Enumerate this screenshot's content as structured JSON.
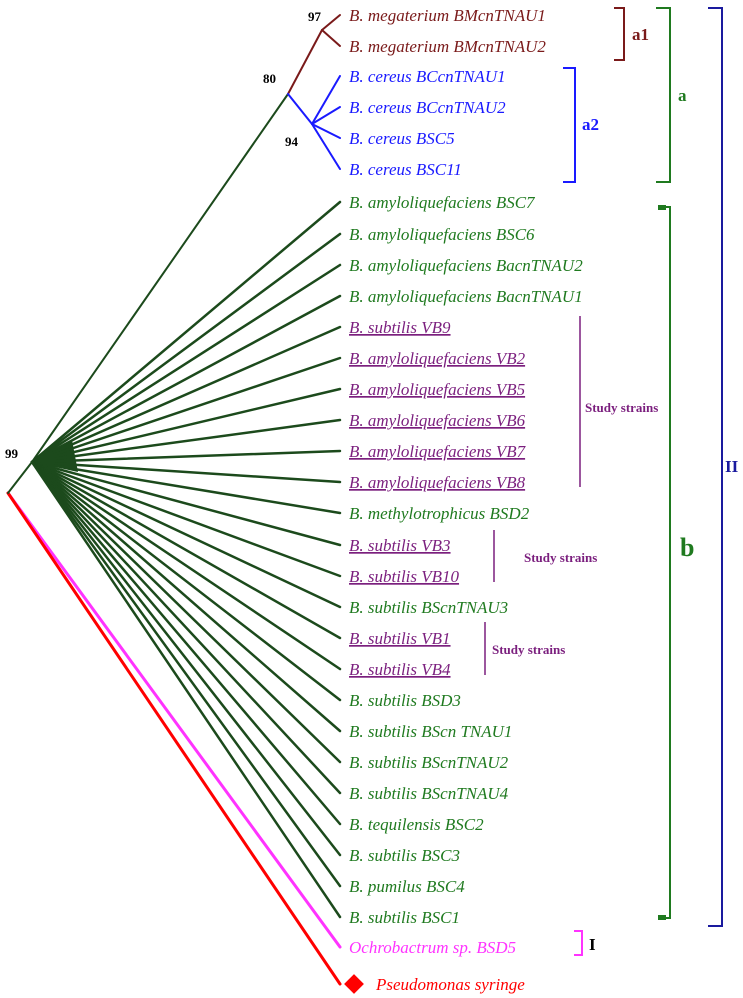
{
  "colors": {
    "megaterium": "#7a1a1a",
    "cereus": "#1a1aff",
    "green_clade": "#1f7a1f",
    "tree_green": "#1c4a1c",
    "study": "#7b1f7e",
    "ochrobactrum": "#ff33ff",
    "pseudomonas": "#ff0000",
    "clade_II": "#1a1a9e",
    "outgroup_I": "#000000"
  },
  "bootstrap": {
    "b97": "97",
    "b80": "80",
    "b94": "94",
    "b99": "99"
  },
  "leaves": [
    {
      "id": "l0",
      "label": "B. megaterium BMcnTNAU1",
      "group": "megaterium",
      "underline": false
    },
    {
      "id": "l1",
      "label": "B. megaterium BMcnTNAU2",
      "group": "megaterium",
      "underline": false
    },
    {
      "id": "l2",
      "label": "B. cereus BCcnTNAU1",
      "group": "cereus",
      "underline": false
    },
    {
      "id": "l3",
      "label": "B. cereus BCcnTNAU2",
      "group": "cereus",
      "underline": false
    },
    {
      "id": "l4",
      "label": "B. cereus BSC5",
      "group": "cereus",
      "underline": false
    },
    {
      "id": "l5",
      "label": "B. cereus BSC11",
      "group": "cereus",
      "underline": false
    },
    {
      "id": "l6",
      "label": "B. amyloliquefaciens BSC7",
      "group": "green",
      "underline": false
    },
    {
      "id": "l7",
      "label": "B. amyloliquefaciens BSC6",
      "group": "green",
      "underline": false
    },
    {
      "id": "l8",
      "label": "B. amyloliquefaciens BacnTNAU2",
      "group": "green",
      "underline": false
    },
    {
      "id": "l9",
      "label": "B. amyloliquefaciens BacnTNAU1",
      "group": "green",
      "underline": false
    },
    {
      "id": "l10",
      "label": "B. subtilis VB9",
      "group": "study",
      "underline": true
    },
    {
      "id": "l11",
      "label": "B. amyloliquefaciens VB2",
      "group": "study",
      "underline": true
    },
    {
      "id": "l12",
      "label": "B. amyloliquefaciens VB5",
      "group": "study",
      "underline": true
    },
    {
      "id": "l13",
      "label": "B. amyloliquefaciens VB6",
      "group": "study",
      "underline": true
    },
    {
      "id": "l14",
      "label": "B. amyloliquefaciens VB7",
      "group": "study",
      "underline": true
    },
    {
      "id": "l15",
      "label": "B. amyloliquefaciens VB8",
      "group": "study",
      "underline": true
    },
    {
      "id": "l16",
      "label": "B. methylotrophicus BSD2",
      "group": "green",
      "underline": false
    },
    {
      "id": "l17",
      "label": "B. subtilis VB3",
      "group": "study",
      "underline": true
    },
    {
      "id": "l18",
      "label": "B. subtilis VB10",
      "group": "study",
      "underline": true
    },
    {
      "id": "l19",
      "label": "B. subtilis BScnTNAU3",
      "group": "green",
      "underline": false
    },
    {
      "id": "l20",
      "label": "B. subtilis VB1",
      "group": "study",
      "underline": true
    },
    {
      "id": "l21",
      "label": "B. subtilis VB4",
      "group": "study",
      "underline": true
    },
    {
      "id": "l22",
      "label": "B. subtilis BSD3",
      "group": "green",
      "underline": false
    },
    {
      "id": "l23",
      "label": "B. subtilis BScn TNAU1",
      "group": "green",
      "underline": false
    },
    {
      "id": "l24",
      "label": "B. subtilis BScnTNAU2",
      "group": "green",
      "underline": false
    },
    {
      "id": "l25",
      "label": "B. subtilis BScnTNAU4",
      "group": "green",
      "underline": false
    },
    {
      "id": "l26",
      "label": "B. tequilensis BSC2",
      "group": "green",
      "underline": false
    },
    {
      "id": "l27",
      "label": "B. subtilis BSC3",
      "group": "green",
      "underline": false
    },
    {
      "id": "l28",
      "label": "B. pumilus BSC4",
      "group": "green",
      "underline": false
    },
    {
      "id": "l29",
      "label": "B. subtilis BSC1",
      "group": "green",
      "underline": false
    },
    {
      "id": "l30",
      "label": "Ochrobactrum sp. BSD5",
      "group": "ochrobactrum",
      "underline": false
    },
    {
      "id": "l31",
      "label": "Pseudomonas syringe",
      "group": "pseudomonas",
      "underline": false
    }
  ],
  "clade_labels": {
    "a1": "a1",
    "a2": "a2",
    "a": "a",
    "b": "b",
    "II": "II",
    "I": "I",
    "study1": "Study strains",
    "study2": "Study strains",
    "study3": "Study strains"
  }
}
